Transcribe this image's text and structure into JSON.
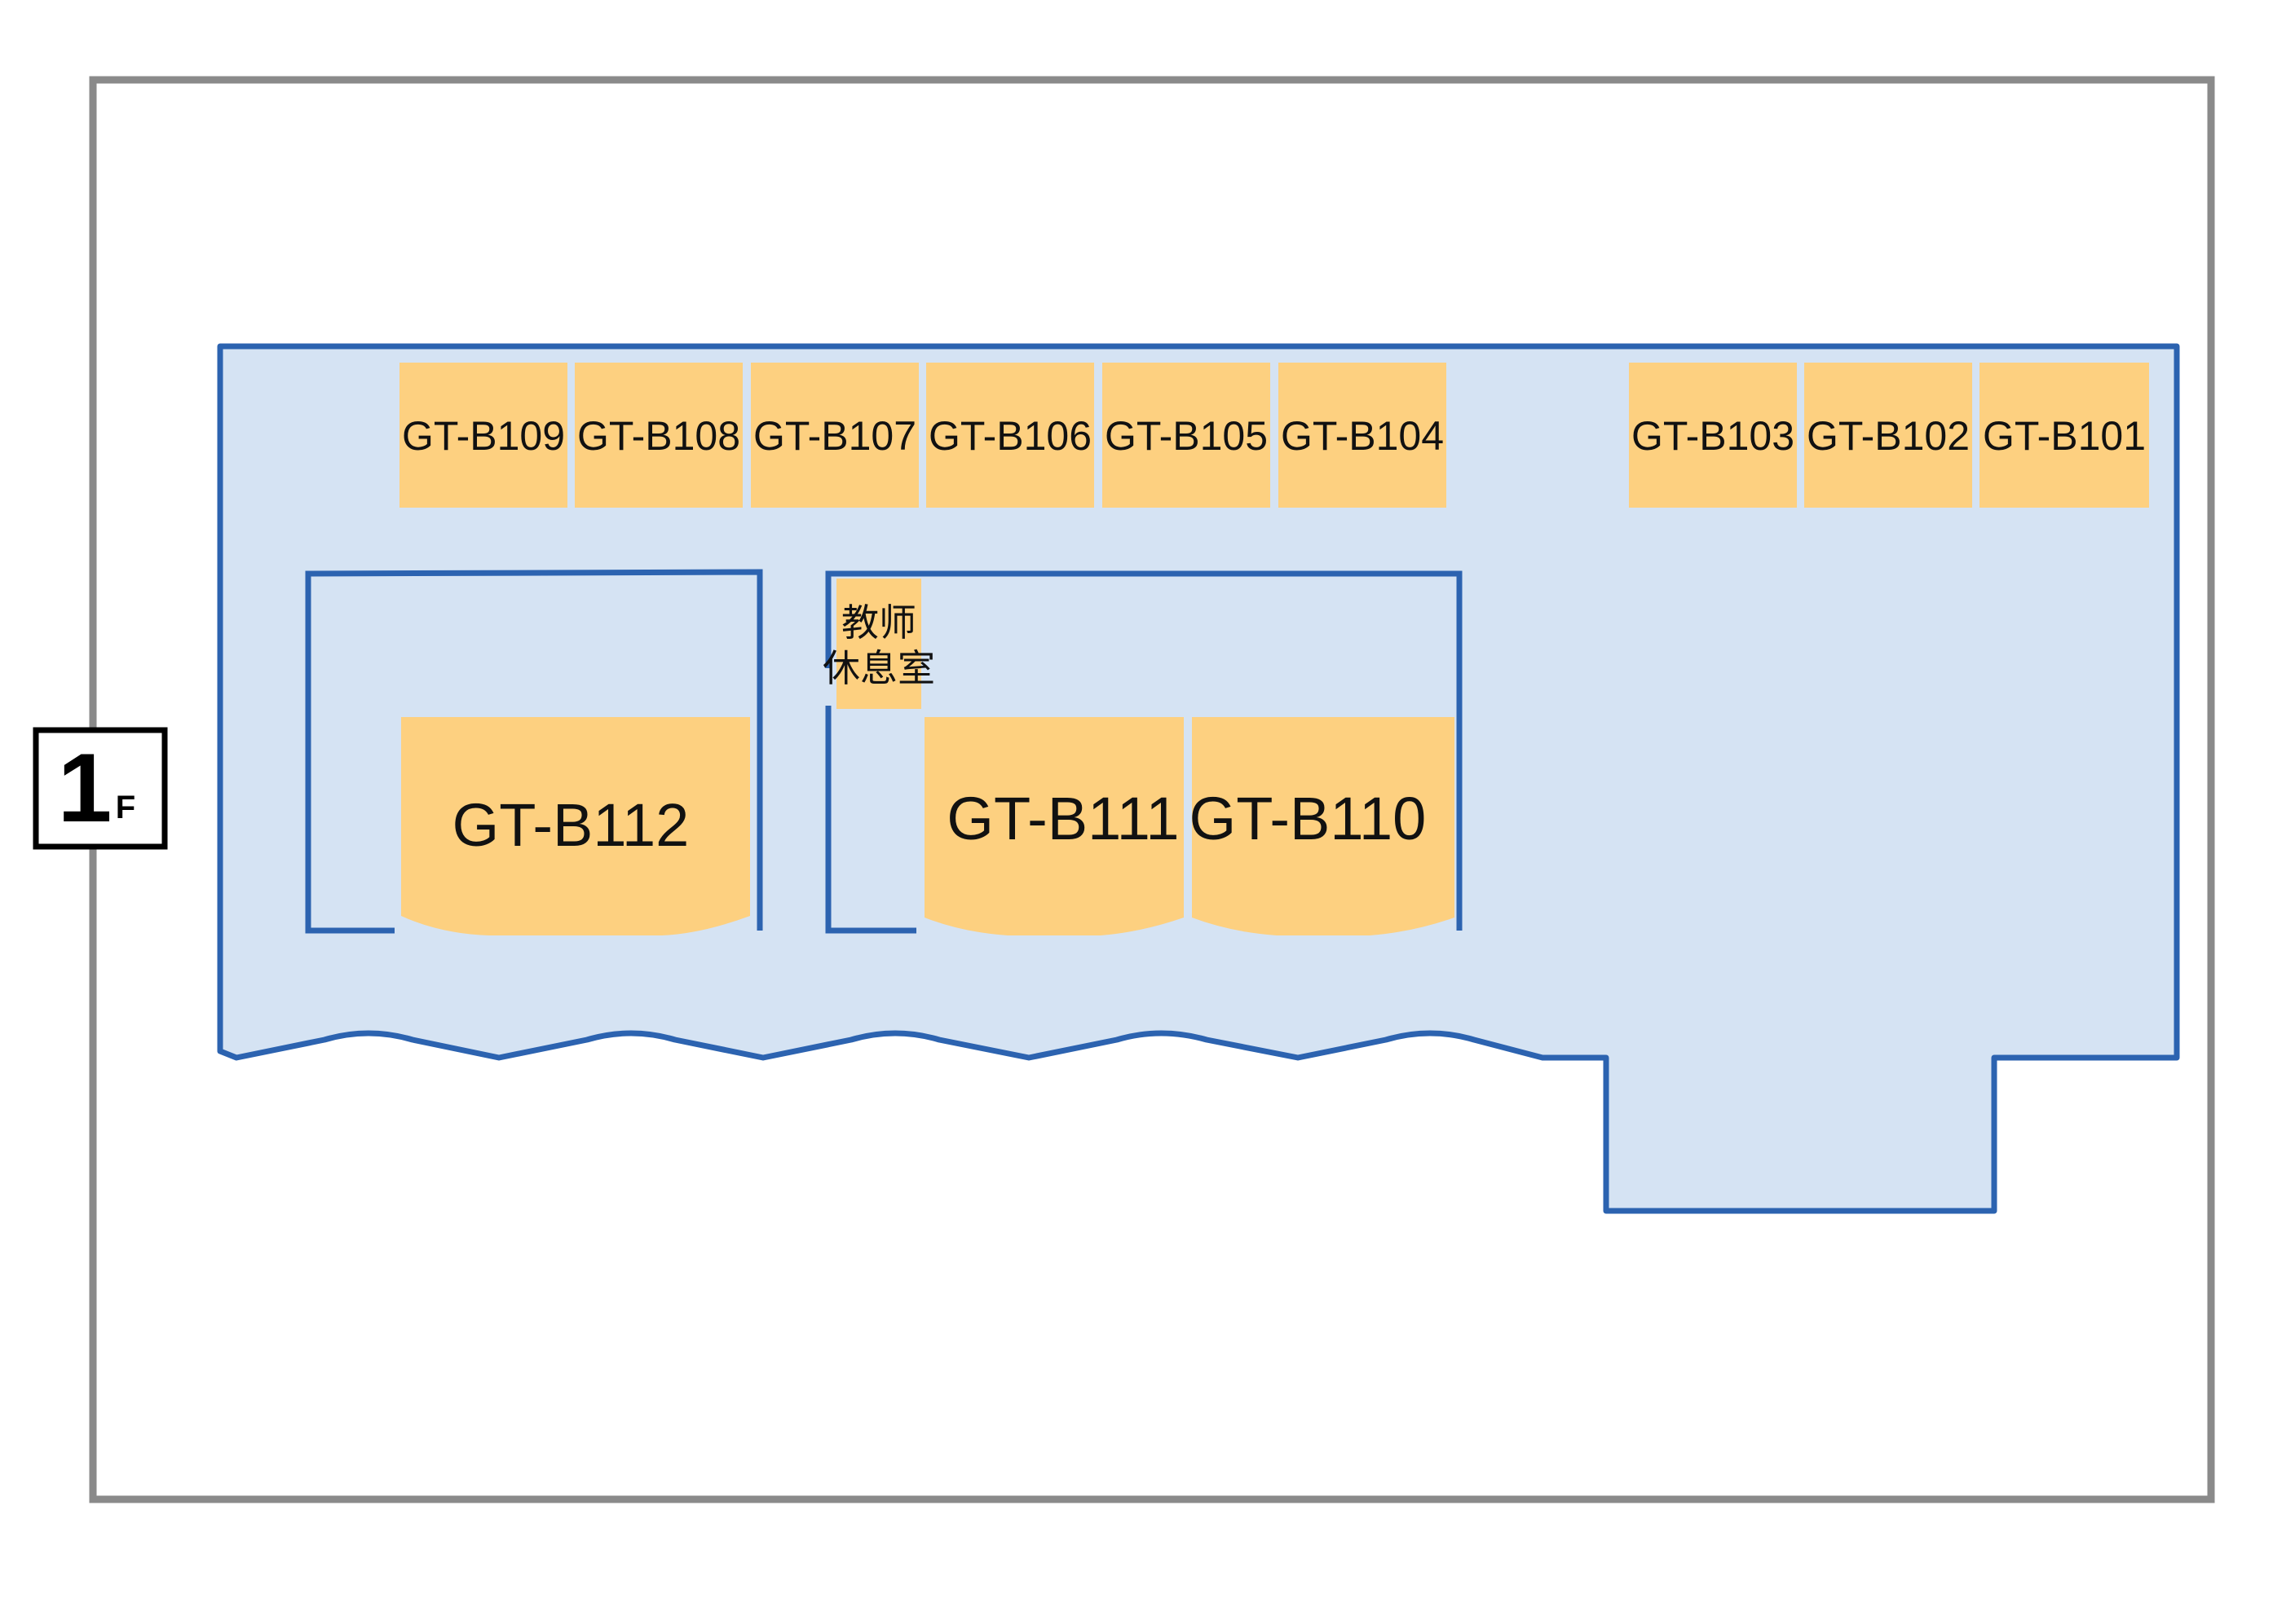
{
  "colors": {
    "outer_border": "#8a8a8a",
    "building_fill": "#d5e3f3",
    "building_stroke": "#2c63b0",
    "room_fill": "#fdd080",
    "text": "#111111",
    "badge_border": "#000000"
  },
  "floor_badge": {
    "number": "1",
    "suffix": "F"
  },
  "rooms": {
    "b109": "GT-B109",
    "b108": "GT-B108",
    "b107": "GT-B107",
    "b106": "GT-B106",
    "b105": "GT-B105",
    "b104": "GT-B104",
    "b103": "GT-B103",
    "b102": "GT-B102",
    "b101": "GT-B101",
    "b112": "GT-B112",
    "b111": "GT-B111",
    "b110": "GT-B110"
  },
  "lounge": {
    "line1": "教师",
    "line2": "休息室"
  }
}
